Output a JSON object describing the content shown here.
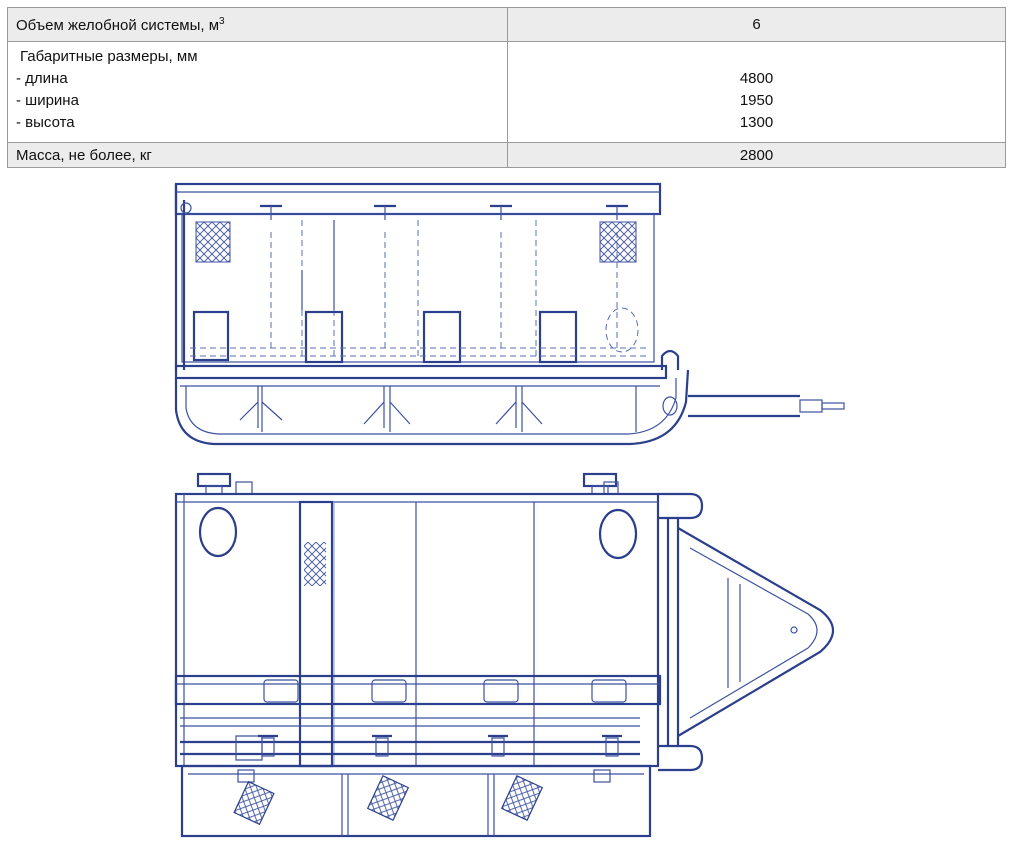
{
  "spec": {
    "volume_label": "Объем желобной системы, м",
    "volume_unit_sup": "3",
    "volume_value": "6",
    "dims_title": "Габаритные размеры, мм",
    "length_label": "- длина",
    "width_label": "- ширина",
    "height_label": "- высота",
    "length_value": "4800",
    "width_value": "1950",
    "height_value": "1300",
    "mass_label": "Масса, не более, кг",
    "mass_value": "2800"
  },
  "colors": {
    "drawing_line": "#2b3f8c",
    "row_shade": "#ececec",
    "table_border": "#9a9a9a"
  }
}
